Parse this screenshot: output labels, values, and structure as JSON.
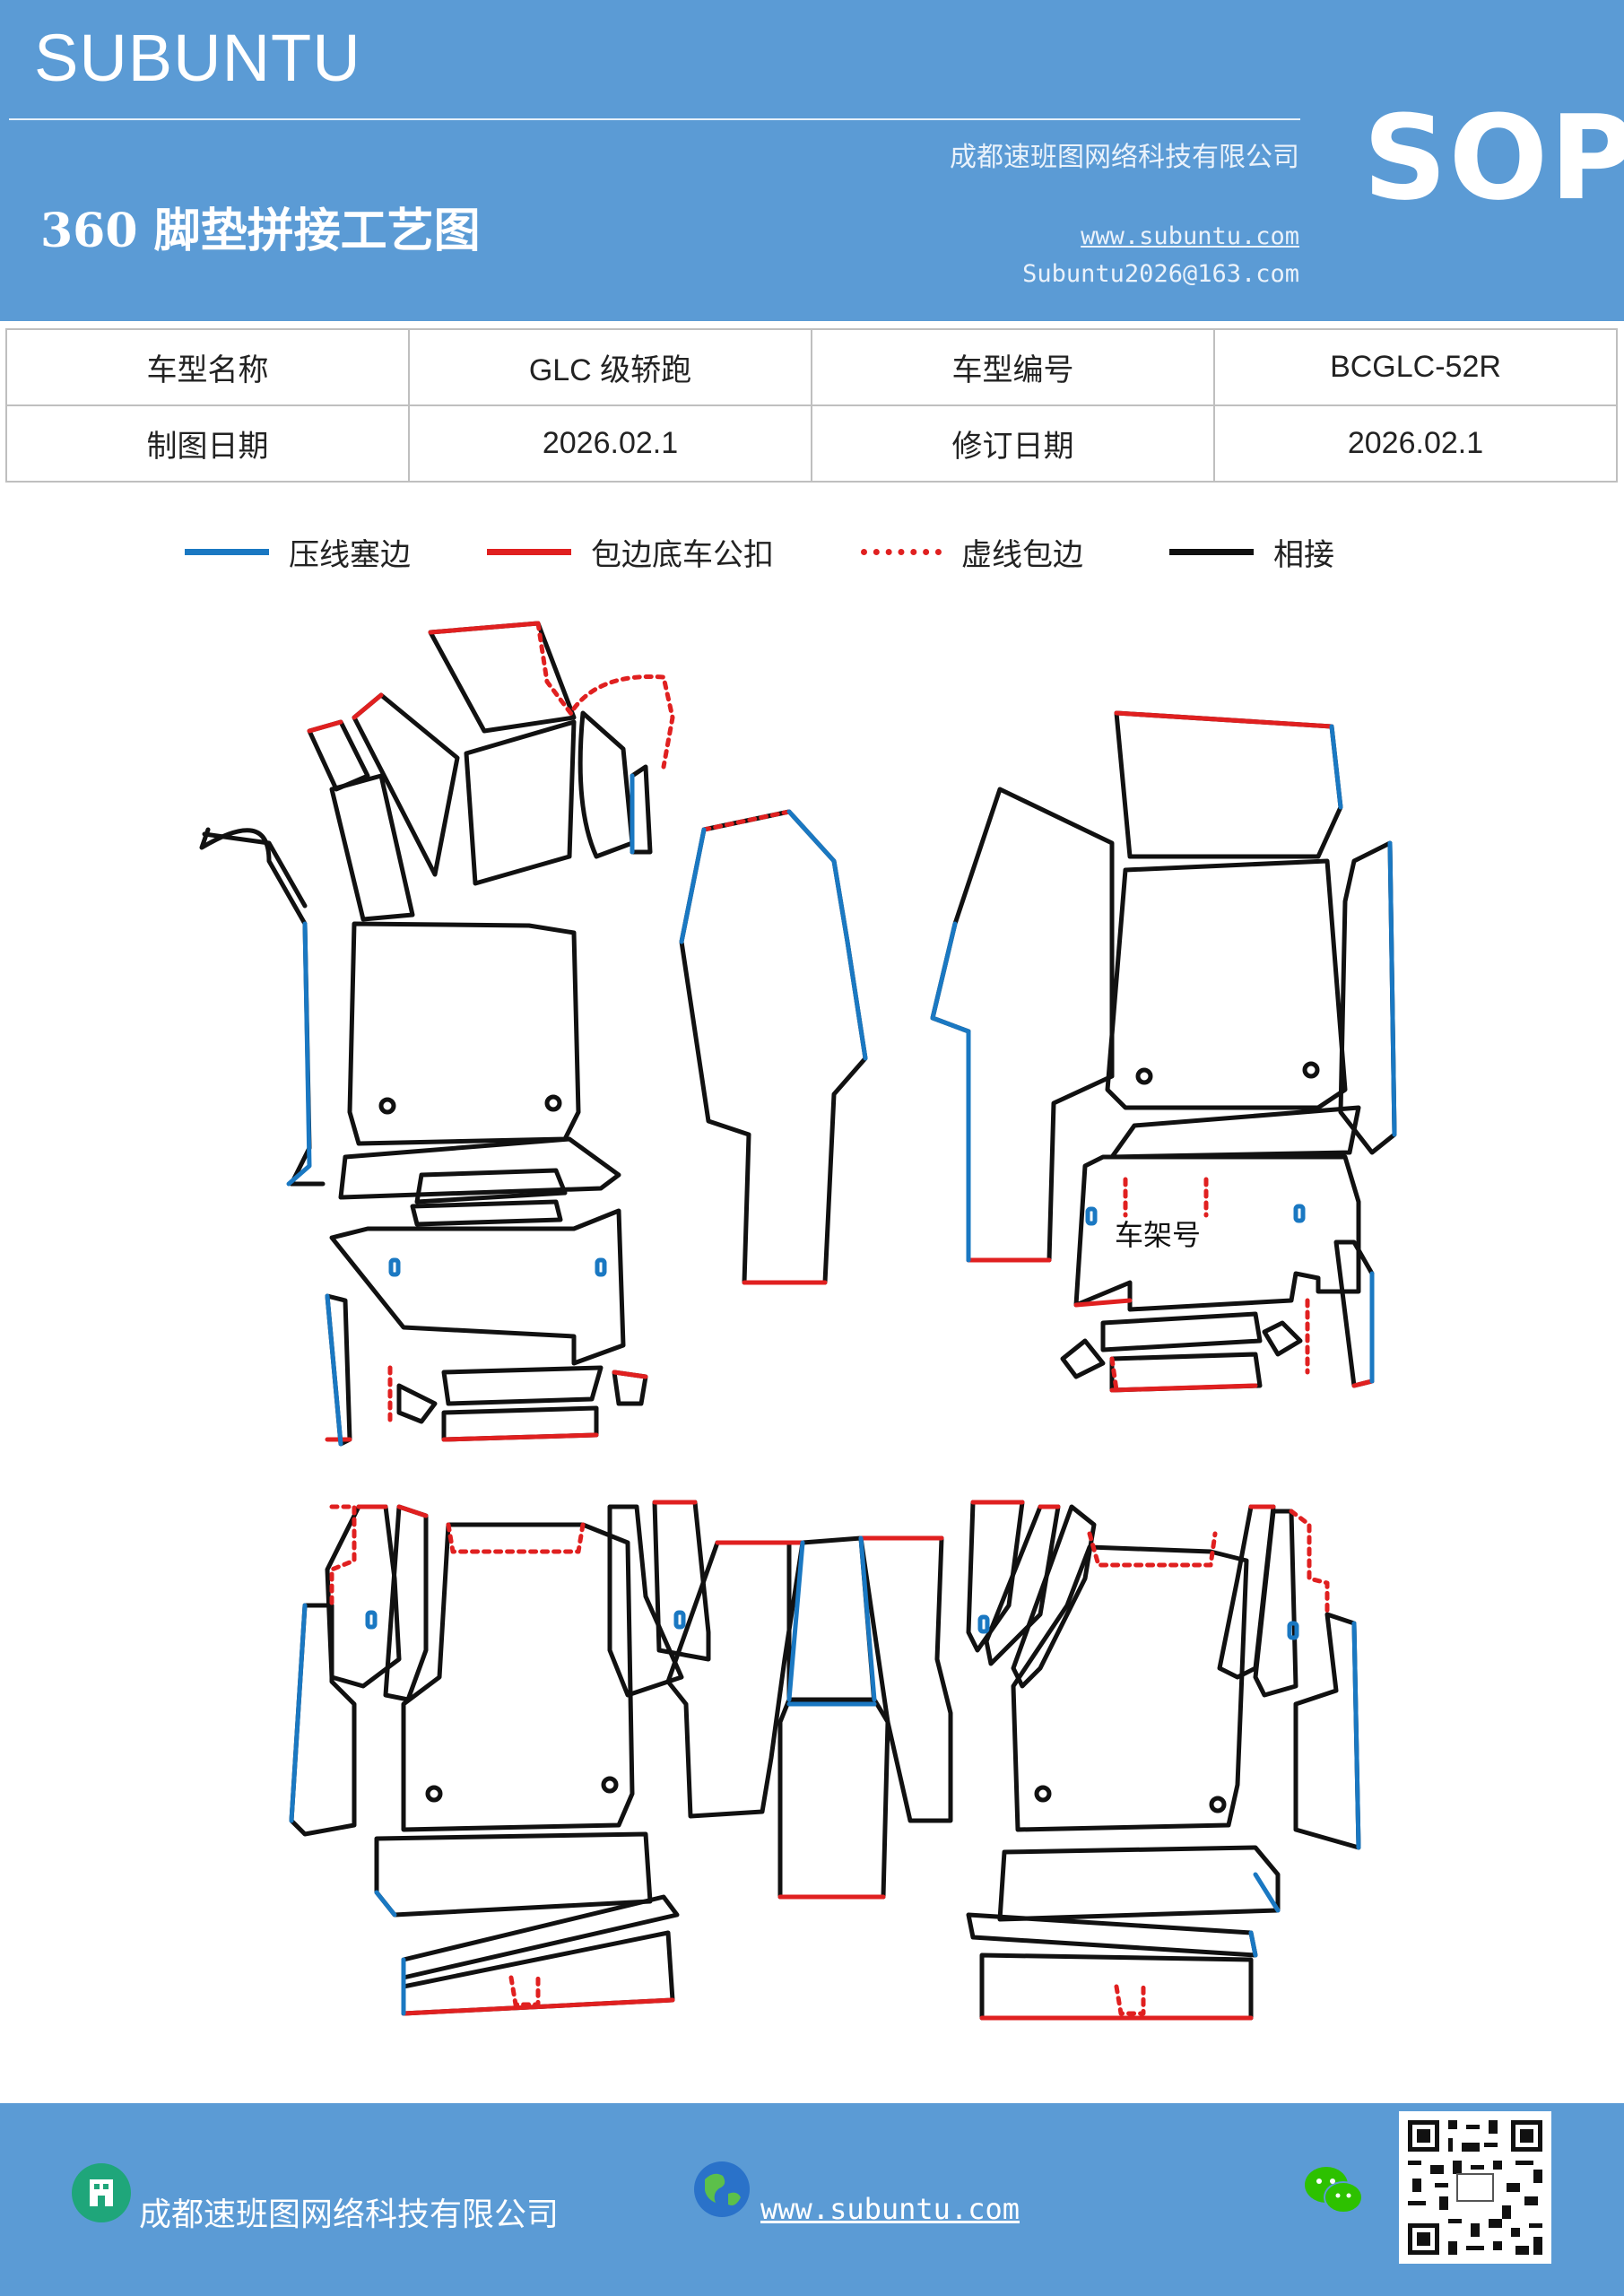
{
  "header": {
    "brand": "SUBUNTU",
    "company": "成都速班图网络科技有限公司",
    "title": "360 脚垫拼接工艺图",
    "website": "www.subuntu.com",
    "email": "Subuntu2026@163.com",
    "badge": "SOP",
    "background_color": "#5b9bd5"
  },
  "info_table": {
    "rows": [
      [
        "车型名称",
        "GLC 级轿跑",
        "车型编号",
        "BCGLC-52R"
      ],
      [
        "制图日期",
        "2026.02.1",
        "修订日期",
        "2026.02.1"
      ]
    ]
  },
  "legend": [
    {
      "label": "压线塞边",
      "color": "#1a78c2",
      "style": "solid"
    },
    {
      "label": "包边底车公扣",
      "color": "#e02020",
      "style": "solid"
    },
    {
      "label": "虚线包边",
      "color": "#e02020",
      "style": "dotted"
    },
    {
      "label": "相接",
      "color": "#111111",
      "style": "solid"
    }
  ],
  "diagram": {
    "annotation": "车架号"
  },
  "footer": {
    "company": "成都速班图网络科技有限公司",
    "website": "www.subuntu.com",
    "icons": [
      "building-icon",
      "globe-icon",
      "wechat-icon",
      "qr-code"
    ]
  }
}
